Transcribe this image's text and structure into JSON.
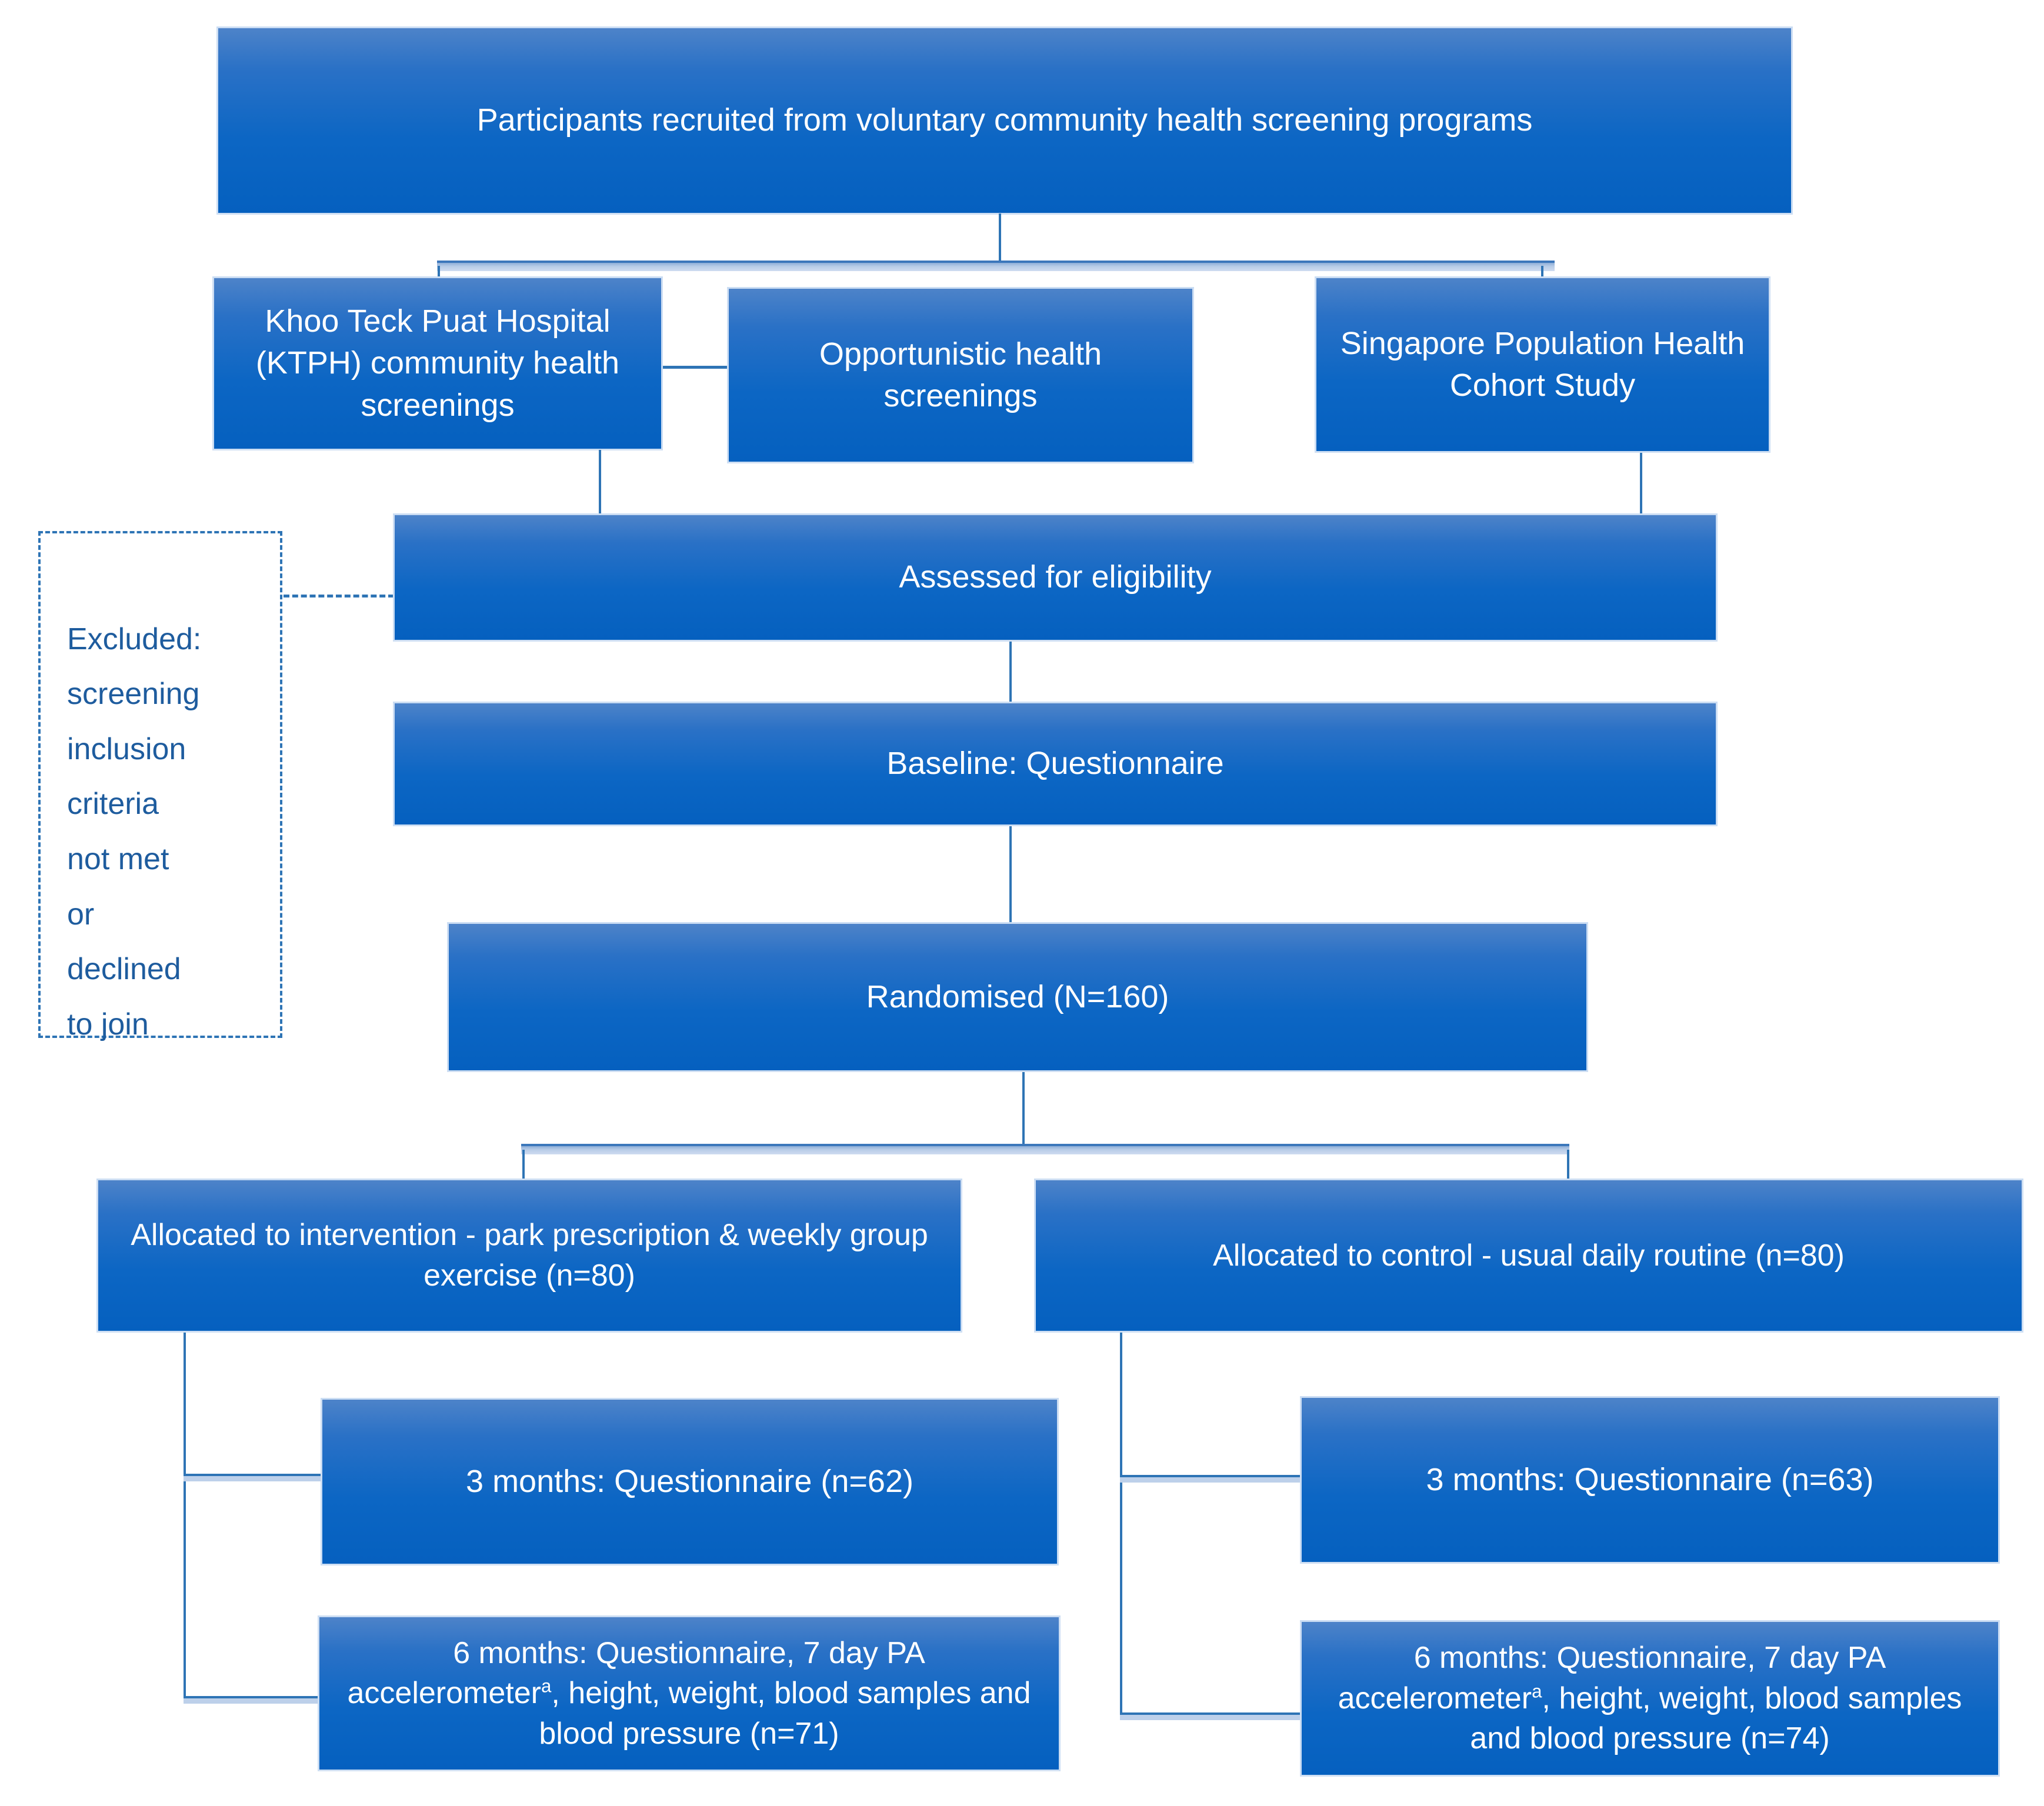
{
  "diagram": {
    "type": "flowchart",
    "accent_color": "#2e74b5",
    "node_fill_top": "#4d83c9",
    "node_fill_bottom": "#0560bf",
    "node_text_color": "#ffffff",
    "excluded_text_color": "#1e5c9e",
    "nodes": {
      "recruited": {
        "label": "Participants recruited from voluntary community health screening programs"
      },
      "ktph": {
        "label": "Khoo Teck Puat Hospital (KTPH) community health screenings"
      },
      "opportunistic": {
        "label": "Opportunistic health screenings"
      },
      "singapore": {
        "label": "Singapore Population Health Cohort Study"
      },
      "excluded": {
        "label": "Excluded:\nscreening\ninclusion\ncriteria\nnot met\nor\ndeclined\nto join"
      },
      "assessed": {
        "label": "Assessed for eligibility"
      },
      "baseline": {
        "label": "Baseline: Questionnaire"
      },
      "randomised": {
        "label": "Randomised (N=160)"
      },
      "intervention": {
        "label": "Allocated to intervention - park prescription & weekly group exercise (n=80)"
      },
      "control": {
        "label": "Allocated to control - usual daily routine (n=80)"
      },
      "intervention_3m": {
        "label": "3 months: Questionnaire (n=62)"
      },
      "control_3m": {
        "label": "3 months: Questionnaire (n=63)"
      },
      "intervention_6m": {
        "pre": "6 months: Questionnaire, 7 day PA accelerometer",
        "sup": "a",
        "post": ", height, weight, blood samples and blood pressure (n=71)"
      },
      "control_6m": {
        "pre": "6 months: Questionnaire, 7 day PA accelerometer",
        "sup": "a",
        "post": ", height, weight, blood samples and blood pressure (n=74)"
      }
    }
  }
}
